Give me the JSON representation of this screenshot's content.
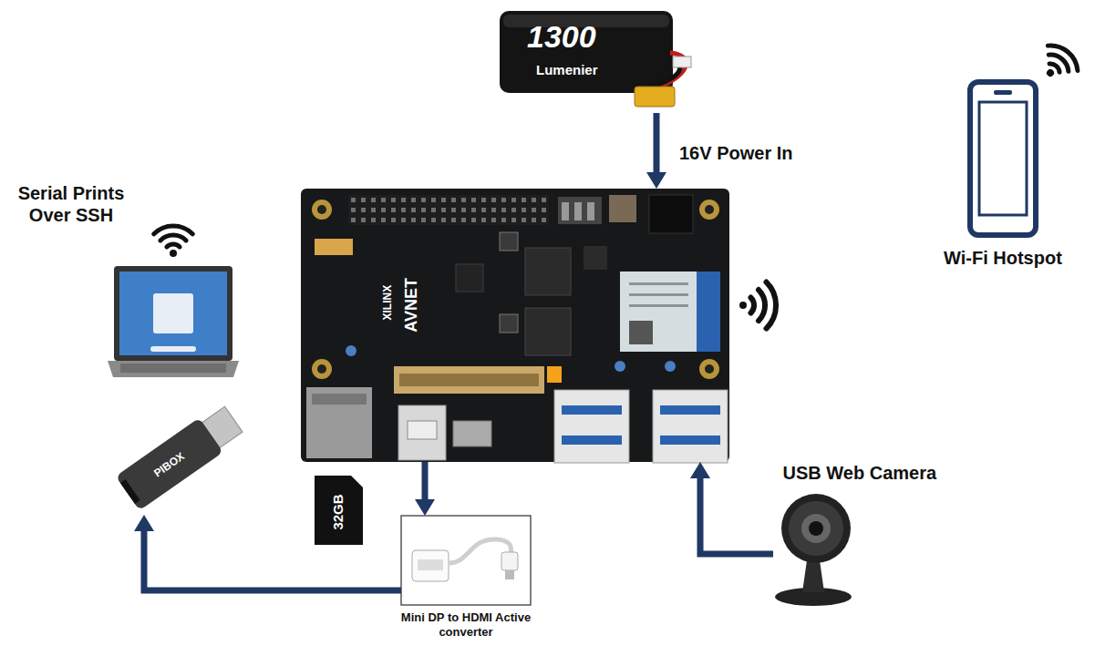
{
  "diagram": {
    "nodes": [
      {
        "text": [
          "1300",
          "Lumenier"
        ]
      },
      {
        "text": [
          "XILINX",
          "AVNET"
        ]
      },
      {
        "text": [
          "Mini DP to HDMI Active converter"
        ]
      },
      {
        "text": [
          "PIBOX"
        ]
      },
      {
        "text": [
          "USB Web Camera"
        ]
      },
      {
        "text": [
          "Serial Prints Over SSH"
        ]
      },
      {
        "text": [
          "Wi-Fi Hotspot"
        ]
      }
    ],
    "edges": [
      {
        "from": 0,
        "to": 1,
        "arrow": "to",
        "label": "16V Power In"
      },
      {
        "from": 1,
        "to": 2,
        "arrow": "to"
      },
      {
        "from": 2,
        "to": 3,
        "arrow": "to"
      },
      {
        "from": 4,
        "to": 1,
        "arrow": "to"
      }
    ],
    "labels": [
      "32GB"
    ]
  }
}
